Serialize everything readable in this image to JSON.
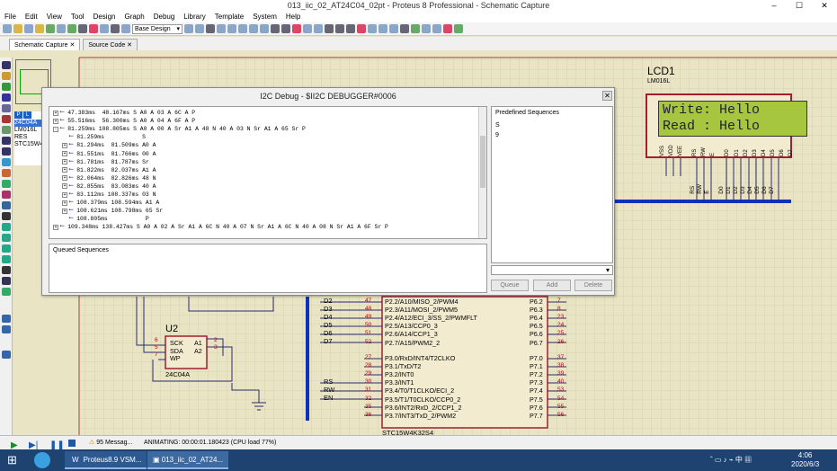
{
  "window": {
    "title": "013_iic_02_AT24C04_02pt - Proteus 8 Professional - Schematic Capture"
  },
  "menu": [
    "File",
    "Edit",
    "View",
    "Tool",
    "Design",
    "Graph",
    "Debug",
    "Library",
    "Template",
    "System",
    "Help"
  ],
  "toolbar": {
    "design_select": "Base Design"
  },
  "tabs": [
    {
      "label": "Schematic Capture"
    },
    {
      "label": "Source Code"
    }
  ],
  "devices": {
    "pl": [
      "P",
      "L"
    ],
    "items": [
      "24C04A",
      "LM016L",
      "RES",
      "STC15W4K"
    ]
  },
  "dialog": {
    "title": "I2C Debug - $II2C DEBUGGER#0006",
    "rows": [
      {
        "indent": 0,
        "expand": "+",
        "text": "47.383ms  48.167ms S A0 A 03 A 6C A P"
      },
      {
        "indent": 0,
        "expand": "+",
        "text": "55.516ms  56.300ms S A0 A 04 A 6F A P"
      },
      {
        "indent": 0,
        "expand": "-",
        "text": "81.259ms 108.805ms S A0 A 00 A Sr A1 A 48 N 40 A 03 N Sr A1 A 65 Sr P"
      },
      {
        "indent": 1,
        "expand": "",
        "text": "81.259ms           S"
      },
      {
        "indent": 1,
        "expand": "+",
        "text": "81.294ms  81.509ms A0 A"
      },
      {
        "indent": 1,
        "expand": "+",
        "text": "81.551ms  81.766ms 00 A"
      },
      {
        "indent": 1,
        "expand": "+",
        "text": "81.781ms  81.787ms Sr"
      },
      {
        "indent": 1,
        "expand": "+",
        "text": "81.822ms  82.037ms A1 A"
      },
      {
        "indent": 1,
        "expand": "+",
        "text": "82.064ms  82.826ms 48 N"
      },
      {
        "indent": 1,
        "expand": "+",
        "text": "82.855ms  83.083ms 40 A"
      },
      {
        "indent": 1,
        "expand": "+",
        "text": "83.112ms 108.337ms 03 N"
      },
      {
        "indent": 1,
        "expand": "+",
        "text": "108.379ms 108.594ms A1 A"
      },
      {
        "indent": 1,
        "expand": "+",
        "text": "108.621ms 108.798ms 65 Sr"
      },
      {
        "indent": 1,
        "expand": "",
        "text": "108.805ms           P"
      },
      {
        "indent": 0,
        "expand": "+",
        "text": "109.348ms 138.427ms S A0 A 02 A Sr A1 A 6C N 40 A 07 N Sr A1 A 6C N 40 A 08 N Sr A1 A 6F Sr P"
      }
    ],
    "queued_label": "Queued Sequences",
    "predefined_label": "Predefined Sequences",
    "predefined_items": [
      "S",
      "9"
    ],
    "buttons": {
      "queue": "Queue",
      "add": "Add",
      "delete": "Delete"
    }
  },
  "lcd": {
    "name": "LCD1",
    "model": "LM016L",
    "line1": "Write: Hello",
    "line2": "Read : Hello",
    "pins": [
      "VSS",
      "VDD",
      "VEE",
      "RS",
      "RW",
      "E",
      "D0",
      "D1",
      "D2",
      "D3",
      "D4",
      "D5",
      "D6",
      "D7"
    ]
  },
  "u2": {
    "name": "U2",
    "model": "24C04A",
    "pins_left": [
      "SCK",
      "SDA",
      "WP"
    ],
    "pins_right": [
      "A1",
      "A2"
    ],
    "nums_left": [
      "6",
      "5",
      "7"
    ],
    "nums_right": [
      "2",
      "3"
    ]
  },
  "mcu": {
    "model": "STC15W4K32S4",
    "p2": [
      {
        "n": "47",
        "l": "P2.2/A10/MISO_2/PWM4",
        "p": "P6.2",
        "r": "7"
      },
      {
        "n": "48",
        "l": "P2.3/A11/MOSI_2/PWM5",
        "p": "P6.3",
        "r": "8"
      },
      {
        "n": "49",
        "l": "P2.4/A12/ECI_3/SS_2/PWMFLT",
        "p": "P6.4",
        "r": "23"
      },
      {
        "n": "50",
        "l": "P2.5/A13/CCP0_3",
        "p": "P6.5",
        "r": "24"
      },
      {
        "n": "51",
        "l": "P2.6/A14/CCP1_3",
        "p": "P6.6",
        "r": "25"
      },
      {
        "n": "52",
        "l": "P2.7/A15/PWM2_2",
        "p": "P6.7",
        "r": "26"
      }
    ],
    "p3": [
      {
        "n": "27",
        "l": "P3.0/RxD/INT4/T2CLKO",
        "p": "P7.0",
        "r": "37"
      },
      {
        "n": "28",
        "l": "P3.1/TxD/T2",
        "p": "P7.1",
        "r": "38"
      },
      {
        "n": "29",
        "l": "P3.2/INT0",
        "p": "P7.2",
        "r": "39"
      },
      {
        "n": "30",
        "l": "P3.3/INT1",
        "p": "P7.3",
        "r": "40"
      },
      {
        "n": "31",
        "l": "P3.4/T0/T1CLKO/ECI_2",
        "p": "P7.4",
        "r": "53"
      },
      {
        "n": "32",
        "l": "P3.5/T1/T0CLKO/CCP0_2",
        "p": "P7.5",
        "r": "54"
      },
      {
        "n": "35",
        "l": "P3.6/INT2/RxD_2/CCP1_2",
        "p": "P7.6",
        "r": "55"
      },
      {
        "n": "36",
        "l": "P3.7/INT3/TxD_2/PWM2",
        "p": "P7.7",
        "r": "56"
      }
    ],
    "nets_d": [
      "D2",
      "D3",
      "D4",
      "D5",
      "D6",
      "D7"
    ],
    "nets_ctrl": [
      "RS",
      "RW",
      "EN"
    ]
  },
  "lcd_bus_labels": [
    "RS",
    "RW",
    "E",
    "D0",
    "D1",
    "D2",
    "D3",
    "D4",
    "D5",
    "D6",
    "D7"
  ],
  "status": {
    "messages": "95 Messag...",
    "animating": "ANIMATING: 00:00:01.180423 (CPU load 77%)"
  },
  "taskbar": {
    "items": [
      "Proteus8.9 VSM...",
      "013_iic_02_AT24..."
    ],
    "time": "4:06",
    "date": "2020/6/3"
  }
}
